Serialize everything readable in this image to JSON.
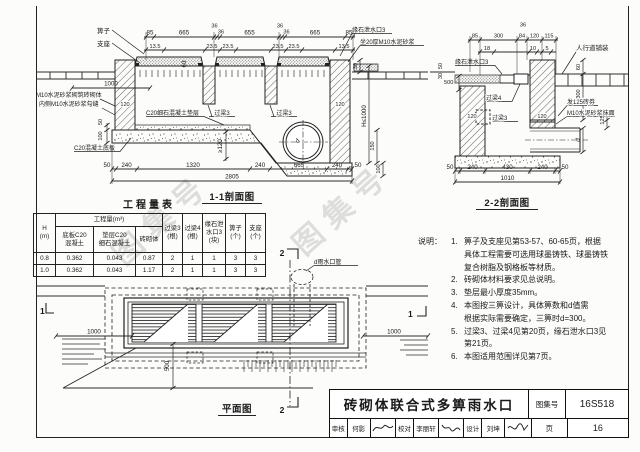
{
  "watermark": "图集号",
  "section1": {
    "title": "1-1剖面图",
    "label_grate": "箅子",
    "label_support": "支座",
    "label_masonry1": "M10水泥砂浆砌筑砖砌体",
    "label_masonry2": "内侧M10水泥砂浆勾缝",
    "label_cushion": "C20细石混凝土垫层",
    "label_baseplate": "C20混凝土底板",
    "label_beam3_left": "过梁3",
    "label_beam3_right": "过梁3",
    "label_curb_outlet": "缘石泄水口3",
    "label_mortar_bed": "坐20厚M10水泥砂浆",
    "dim_60": "60",
    "dim_1000": "1000",
    "dim_wall_left": "120",
    "dim_wall_right": "120",
    "dim_50_left": "50",
    "dim_100_left": "100",
    "dim_120_min": "≥120",
    "dim_30": "30",
    "dim_h": "H≤1000",
    "dim_150": "150",
    "dim_100_right": "100",
    "pipe_d": "d",
    "top_dims": [
      "85",
      "665",
      "36",
      "36",
      "655",
      "36",
      "36",
      "665",
      "85"
    ],
    "top_dims2": [
      "13.5",
      "23.5",
      "23.5",
      "23.5",
      "23.5",
      "13.5"
    ],
    "bottom_dims": [
      "50",
      "240",
      "1320",
      "240",
      "665",
      "240",
      "50"
    ],
    "dim_total": "2805"
  },
  "section2": {
    "title": "2-2剖面图",
    "dim_36": "36",
    "top_dims": [
      "85",
      "300",
      "84",
      "120",
      "115"
    ],
    "top_dims2": [
      "18",
      "10",
      "5"
    ],
    "label_sidewalk": "人行道铺装",
    "label_curb_outlet": "缘石泄水口3",
    "dim_50": "50",
    "dim_30": "30",
    "dim_500": "500",
    "label_beam4": "过梁4",
    "label_beam3": "过梁3",
    "dim_wall_left": "120",
    "dim_wall_right": "120",
    "dim_60": "60",
    "dim_300": "300",
    "dim_125": "125",
    "label_arch": "发125砖券",
    "label_plaster": "M10水泥砂浆抹面",
    "pipe_d": "d",
    "bottom_dims": [
      "50",
      "240",
      "430",
      "240",
      "50"
    ],
    "dim_total": "1010"
  },
  "plan": {
    "title": "平面图",
    "dim_1000_left": "1000",
    "dim_1000_right": "1000",
    "dim_500": "500",
    "marker_1_left": "1",
    "marker_1_right": "1",
    "marker_2_top": "2",
    "marker_2_bottom": "2",
    "label_pipe": "d雨水口管"
  },
  "quantity_table": {
    "title": "工程量表",
    "header": {
      "h": "H\n(m)",
      "quantity": "工程量(m³)",
      "baseplate": "底板C20\n混凝土",
      "cushion": "垫层C20\n细石混凝土",
      "masonry": "砖砌体",
      "beam3": "过梁3\n(根)",
      "beam4": "过梁4\n(根)",
      "curb_outlet": "缘石泄\n水口3\n(块)",
      "grate": "箅子\n(个)",
      "support": "支座\n(个)"
    },
    "rows": [
      [
        "0.8",
        "0.362",
        "0.043",
        "0.87",
        "2",
        "1",
        "1",
        "3",
        "3"
      ],
      [
        "1.0",
        "0.362",
        "0.043",
        "1.17",
        "2",
        "1",
        "1",
        "3",
        "3"
      ]
    ]
  },
  "notes": {
    "heading": "说明：",
    "items": [
      {
        "no": "1.",
        "text": "箅子及支座见第53-57、60-65页，根据\n具体工程需要可选用球墨铸铁、球墨铸铁\n复合树脂及钢格板等材质。"
      },
      {
        "no": "2.",
        "text": "砖砌体材料要求见总说明。"
      },
      {
        "no": "3.",
        "text": "垫层最小厚度35mm。"
      },
      {
        "no": "4.",
        "text": "本图按三箅设计，具体箅数和d值需\n根据实际需要确定，三箅时d=300。"
      },
      {
        "no": "5.",
        "text": "过梁3、过梁4见第20页，缘石泄水口3见\n第21页。"
      },
      {
        "no": "6.",
        "text": "本图适用范围详见第7页。"
      }
    ]
  },
  "title_block": {
    "title": "砖砌体联合式多箅雨水口",
    "atlas_label": "图集号",
    "atlas_no": "16S518",
    "page_label": "页",
    "page_no": "16",
    "reviewer_label": "审核",
    "reviewer_name": "何影",
    "checker_label": "校对",
    "checker_name": "李丽轩",
    "designer_label": "设计",
    "designer_name": "刘坤"
  }
}
